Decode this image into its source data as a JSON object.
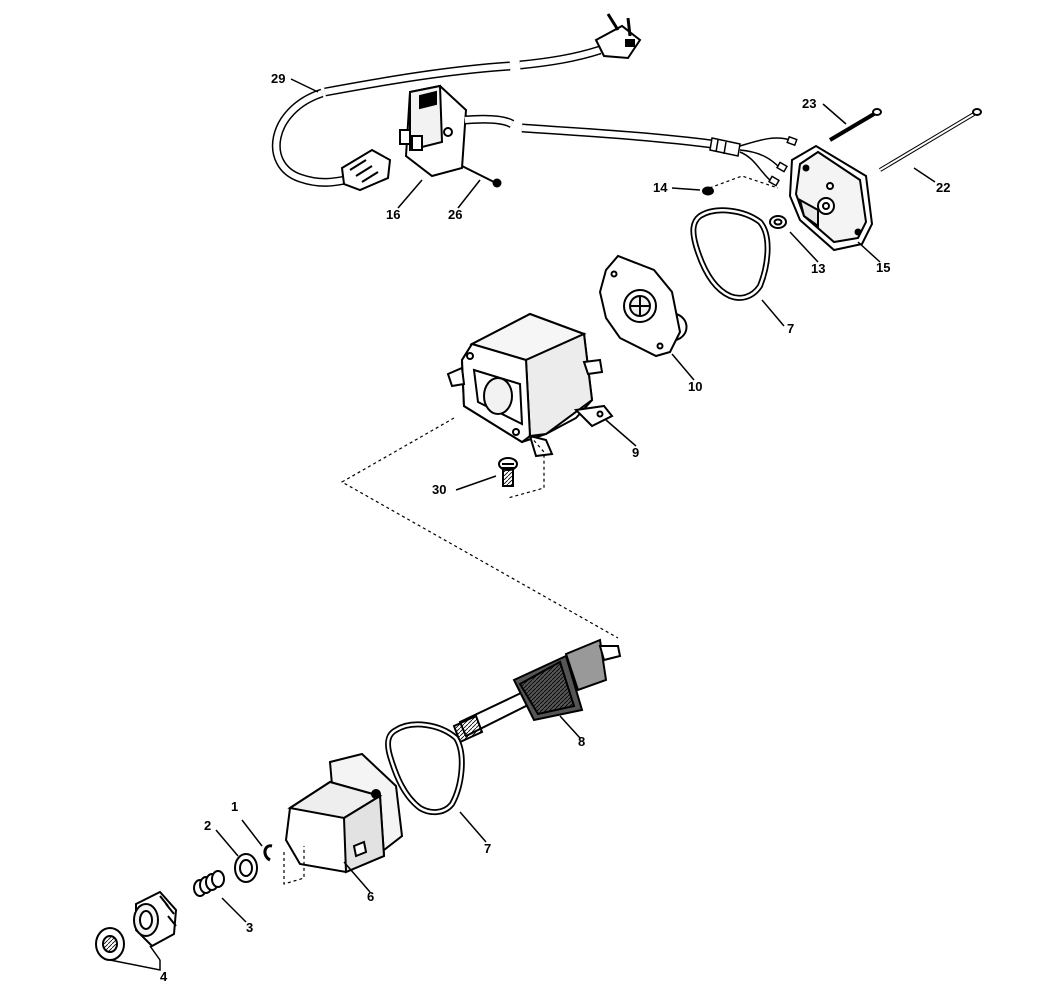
{
  "callouts": {
    "c1": "1",
    "c2": "2",
    "c3": "3",
    "c4": "4",
    "c6": "6",
    "c7a": "7",
    "c7b": "7",
    "c8": "8",
    "c9": "9",
    "c10": "10",
    "c13": "13",
    "c14": "14",
    "c15": "15",
    "c16": "16",
    "c22": "22",
    "c23": "23",
    "c26": "26",
    "c29": "29",
    "c30": "30"
  },
  "colors": {
    "ink": "#000000",
    "paper": "#ffffff",
    "shade": "#d9d9d9"
  }
}
